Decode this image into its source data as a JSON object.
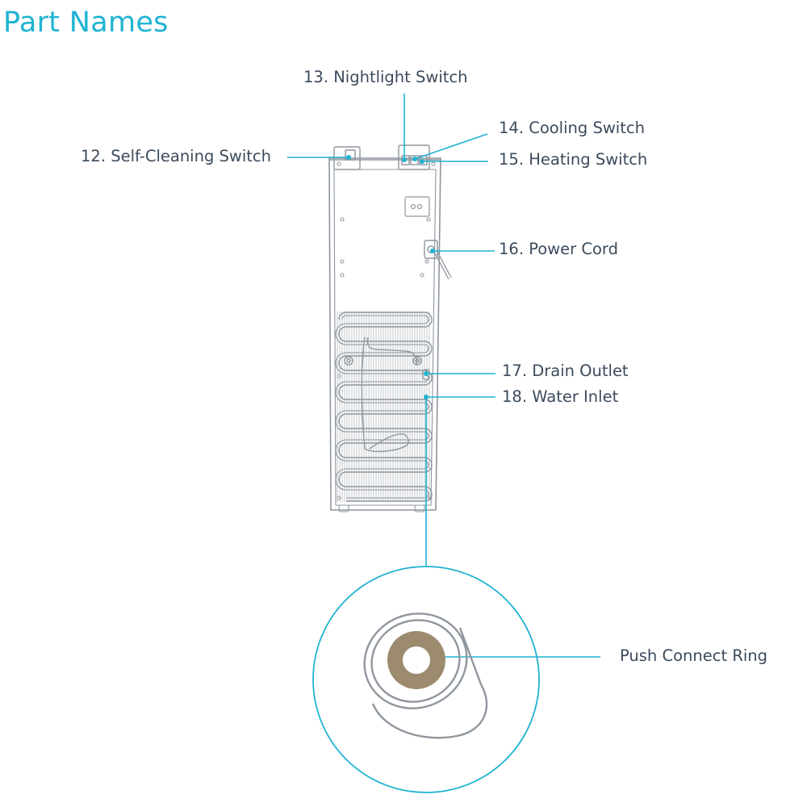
{
  "page": {
    "title": "Part Names"
  },
  "colors": {
    "accent": "#1fb3d2",
    "outline": "#8f969d",
    "ring": "#9c8b6e",
    "label_text": "#3b4a5c"
  },
  "parts": [
    {
      "number": "12",
      "label": "12. Self-Cleaning Switch"
    },
    {
      "number": "13",
      "label": "13. Nightlight Switch"
    },
    {
      "number": "14",
      "label": "14. Cooling Switch"
    },
    {
      "number": "15",
      "label": "15. Heating Switch"
    },
    {
      "number": "16",
      "label": "16. Power Cord"
    },
    {
      "number": "17",
      "label": "17. Drain Outlet"
    },
    {
      "number": "18",
      "label": "18. Water Inlet"
    }
  ],
  "detail": {
    "label": "Push Connect Ring"
  }
}
